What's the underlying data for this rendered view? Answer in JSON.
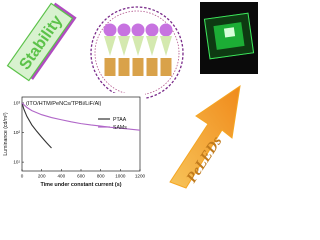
{
  "stability_label": "Stability",
  "peleds_label": "PeLEDs",
  "colors": {
    "stability_green": "#5cc24a",
    "stability_fill": "#d8f2cf",
    "stability_shadow": "#b04cc0",
    "arrow_orange": "#f5a623",
    "peleds_text": "#c07a1c",
    "circle_dash": "#7a2b8a",
    "molecule_head": "#c773e0",
    "molecule_tail": "#d9a24a",
    "device_green": "#2be24a",
    "series_ptaa": "#333333",
    "series_sams": "#b066c8"
  },
  "chart_data": {
    "type": "line",
    "title": "(ITO/HTM/PeNCs/TPBi/LiF/Al)",
    "xlabel": "Time under constant current (s)",
    "ylabel": "Luminance (cd/m²)",
    "ylog": true,
    "xlim": [
      0,
      1200
    ],
    "x_ticks": [
      "0",
      "200",
      "400",
      "600",
      "800",
      "1000",
      "1200"
    ],
    "y_ticks": [
      "10¹",
      "10²",
      "10³"
    ],
    "legend": "top-right",
    "series": [
      {
        "name": "PTAA",
        "x": [
          0,
          20,
          50,
          100,
          150,
          200,
          250,
          300
        ],
        "values": [
          1000,
          600,
          350,
          180,
          110,
          70,
          45,
          30
        ]
      },
      {
        "name": "SAMs",
        "x": [
          0,
          50,
          100,
          200,
          300,
          400,
          500,
          600,
          700,
          800,
          900,
          1000,
          1100,
          1200
        ],
        "values": [
          1000,
          700,
          550,
          400,
          320,
          270,
          230,
          200,
          180,
          165,
          150,
          140,
          130,
          120
        ]
      }
    ]
  }
}
